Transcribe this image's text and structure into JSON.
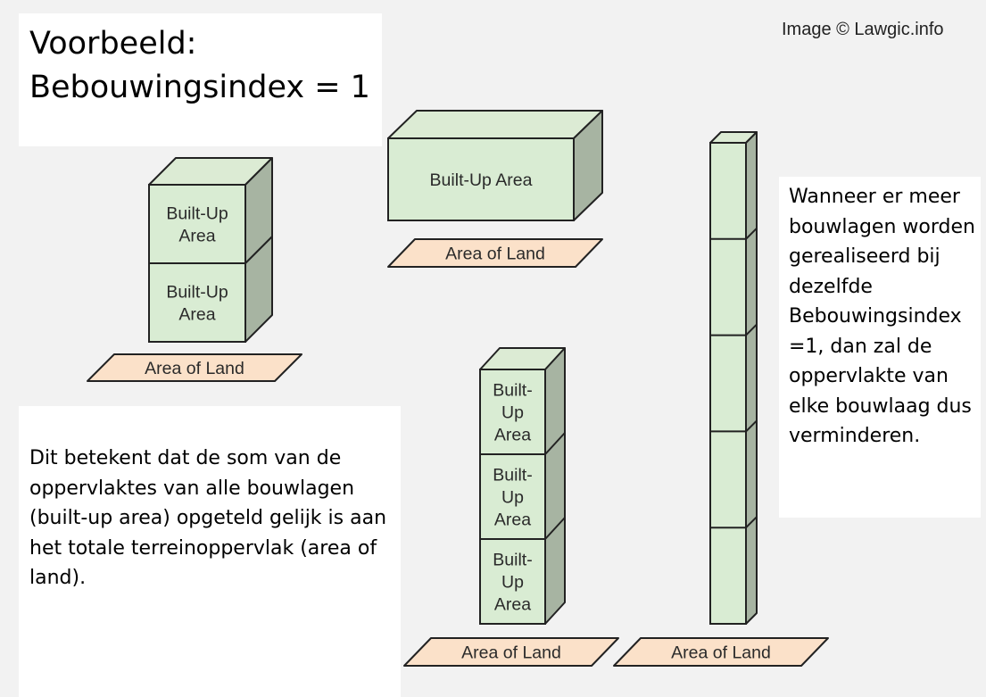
{
  "title": {
    "line1": "Voorbeeld:",
    "line2": "Bebouwingsindex = 1"
  },
  "copyright": "Image © Lawgic.info",
  "explanation_left": "Dit betekent dat de som van de oppervlaktes van alle bouwlagen (built-up area) opgeteld gelijk is aan het totale terreinoppervlak (area of land).",
  "explanation_right": "Wanneer er meer bouwlagen worden gerealiseerd bij dezelfde Bebouwingsindex =1, dan zal de oppervlakte van elke bouwlaag dus verminderen.",
  "colors": {
    "block_front": "#d9ecd3",
    "block_top": "#dcebd4",
    "block_side": "#a7b4a2",
    "land_fill": "#fbe1c9",
    "outline": "#222222"
  },
  "labels": {
    "built_up_area": "Built-Up Area",
    "built_up_area_two_line": [
      "Built-Up",
      "Area"
    ],
    "built_up_area_three_line": [
      "Built-",
      "Up",
      "Area"
    ],
    "area_of_land": "Area of Land"
  },
  "buildings": [
    {
      "name": "two-storey",
      "floors": 2,
      "label_style": "two_line"
    },
    {
      "name": "one-storey",
      "floors": 1,
      "label_style": "one_line"
    },
    {
      "name": "three-storey",
      "floors": 3,
      "label_style": "three_line"
    },
    {
      "name": "five-storey",
      "floors": 5,
      "label_style": "none"
    }
  ]
}
